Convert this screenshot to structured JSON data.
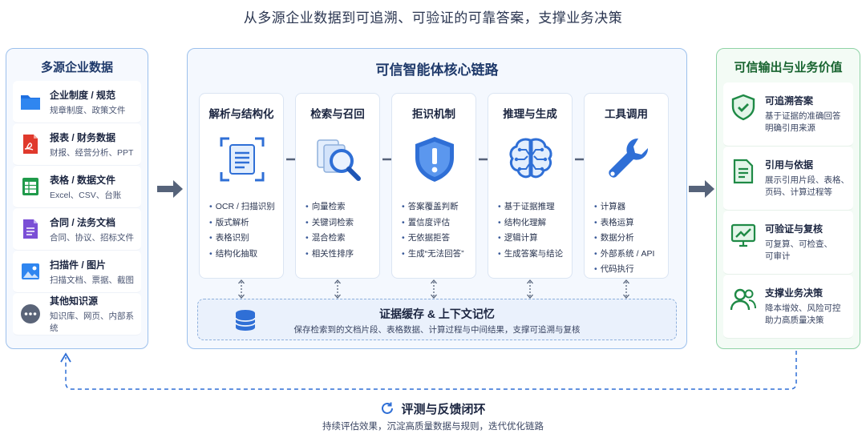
{
  "page_title": "从多源企业数据到可追溯、可验证的可靠答案，支撑业务决策",
  "left_panel": {
    "title": "多源企业数据",
    "items": [
      {
        "icon": "folder-icon",
        "title": "企业制度 / 规范",
        "desc": "规章制度、政策文件"
      },
      {
        "icon": "pdf-icon",
        "title": "报表 / 财务数据",
        "desc": "财报、经营分析、PPT"
      },
      {
        "icon": "spreadsheet-icon",
        "title": "表格 / 数据文件",
        "desc": "Excel、CSV、台账"
      },
      {
        "icon": "document-icon",
        "title": "合同 / 法务文档",
        "desc": "合同、协议、招标文件"
      },
      {
        "icon": "image-icon",
        "title": "扫描件 / 图片",
        "desc": "扫描文档、票据、截图"
      },
      {
        "icon": "more-icon",
        "title": "其他知识源",
        "desc": "知识库、网页、内部系统"
      }
    ]
  },
  "center_panel": {
    "title": "可信智能体核心链路",
    "stages": [
      {
        "title": "解析与结构化",
        "icon": "document-scan-icon",
        "items": [
          "OCR / 扫描识别",
          "版式解析",
          "表格识别",
          "结构化抽取"
        ]
      },
      {
        "title": "检索与召回",
        "icon": "search-documents-icon",
        "items": [
          "向量检索",
          "关键词检索",
          "混合检索",
          "相关性排序"
        ]
      },
      {
        "title": "拒识机制",
        "icon": "shield-alert-icon",
        "items": [
          "答案覆盖判断",
          "置信度评估",
          "无依据拒答",
          "生成“无法回答”"
        ]
      },
      {
        "title": "推理与生成",
        "icon": "brain-icon",
        "items": [
          "基于证据推理",
          "结构化理解",
          "逻辑计算",
          "生成答案与结论"
        ]
      },
      {
        "title": "工具调用",
        "icon": "wrench-icon",
        "items": [
          "计算器",
          "表格运算",
          "数据分析",
          "外部系统 / API",
          "代码执行"
        ]
      }
    ],
    "memory": {
      "title": "证据缓存 & 上下文记忆",
      "desc": "保存检索到的文档片段、表格数据、计算过程与中间结果，支撑可追溯与复核"
    }
  },
  "right_panel": {
    "title": "可信输出与业务价值",
    "items": [
      {
        "icon": "shield-check-icon",
        "title": "可追溯答案",
        "desc": [
          "基于证据的准确回答",
          "明确引用来源"
        ]
      },
      {
        "icon": "citation-document-icon",
        "title": "引用与依据",
        "desc": [
          "展示引用片段、表格、",
          "页码、计算过程等"
        ]
      },
      {
        "icon": "chart-monitor-icon",
        "title": "可验证与复核",
        "desc": [
          "可复算、可检查、",
          "可审计"
        ]
      },
      {
        "icon": "users-icon",
        "title": "支撑业务决策",
        "desc": [
          "降本增效、风险可控",
          "助力高质量决策"
        ]
      }
    ]
  },
  "feedback": {
    "title": "评测与反馈闭环",
    "desc": "持续评估效果，沉淀高质量数据与规则，迭代优化链路"
  },
  "colors": {
    "blue_border": "#9cc0ec",
    "green_border": "#8fd3a6",
    "accent_blue": "#2f6fd6",
    "accent_green": "#1f8a46",
    "arrow_gray": "#56637a"
  }
}
